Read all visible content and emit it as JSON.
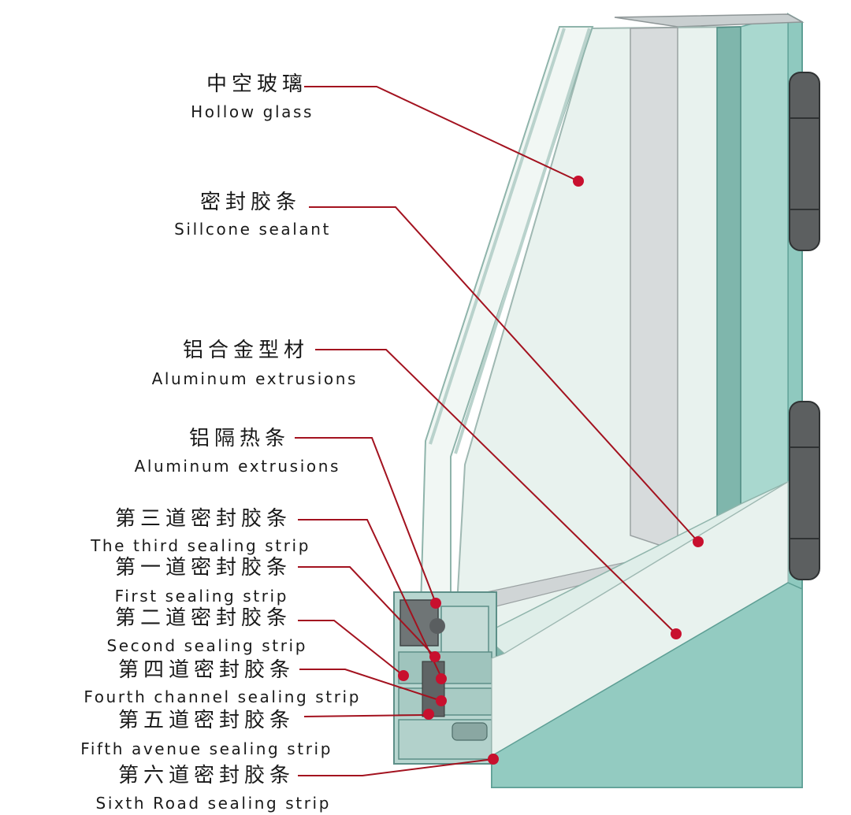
{
  "colors": {
    "leader": "#a3121f",
    "dot": "#c8102e",
    "glass": "#e9f3ee",
    "frame_teal": "#8fc9bf",
    "frame_edge": "#5e9f95",
    "hinge": "#5c5f60"
  },
  "callouts": [
    {
      "zh": "中空玻璃",
      "en": "Hollow glass"
    },
    {
      "zh": "密封胶条",
      "en": "Sillcone sealant"
    },
    {
      "zh": "铝合金型材",
      "en": "Aluminum extrusions"
    },
    {
      "zh": "铝隔热条",
      "en": "Aluminum extrusions"
    },
    {
      "zh": "第三道密封胶条",
      "en": "The third sealing strip"
    },
    {
      "zh": "第一道密封胶条",
      "en": "First sealing strip"
    },
    {
      "zh": "第二道密封胶条",
      "en": "Second sealing strip"
    },
    {
      "zh": "第四道密封胶条",
      "en": "Fourth channel sealing strip"
    },
    {
      "zh": "第五道密封胶条",
      "en": "Fifth avenue sealing strip"
    },
    {
      "zh": "第六道密封胶条",
      "en": "Sixth Road sealing strip"
    }
  ]
}
